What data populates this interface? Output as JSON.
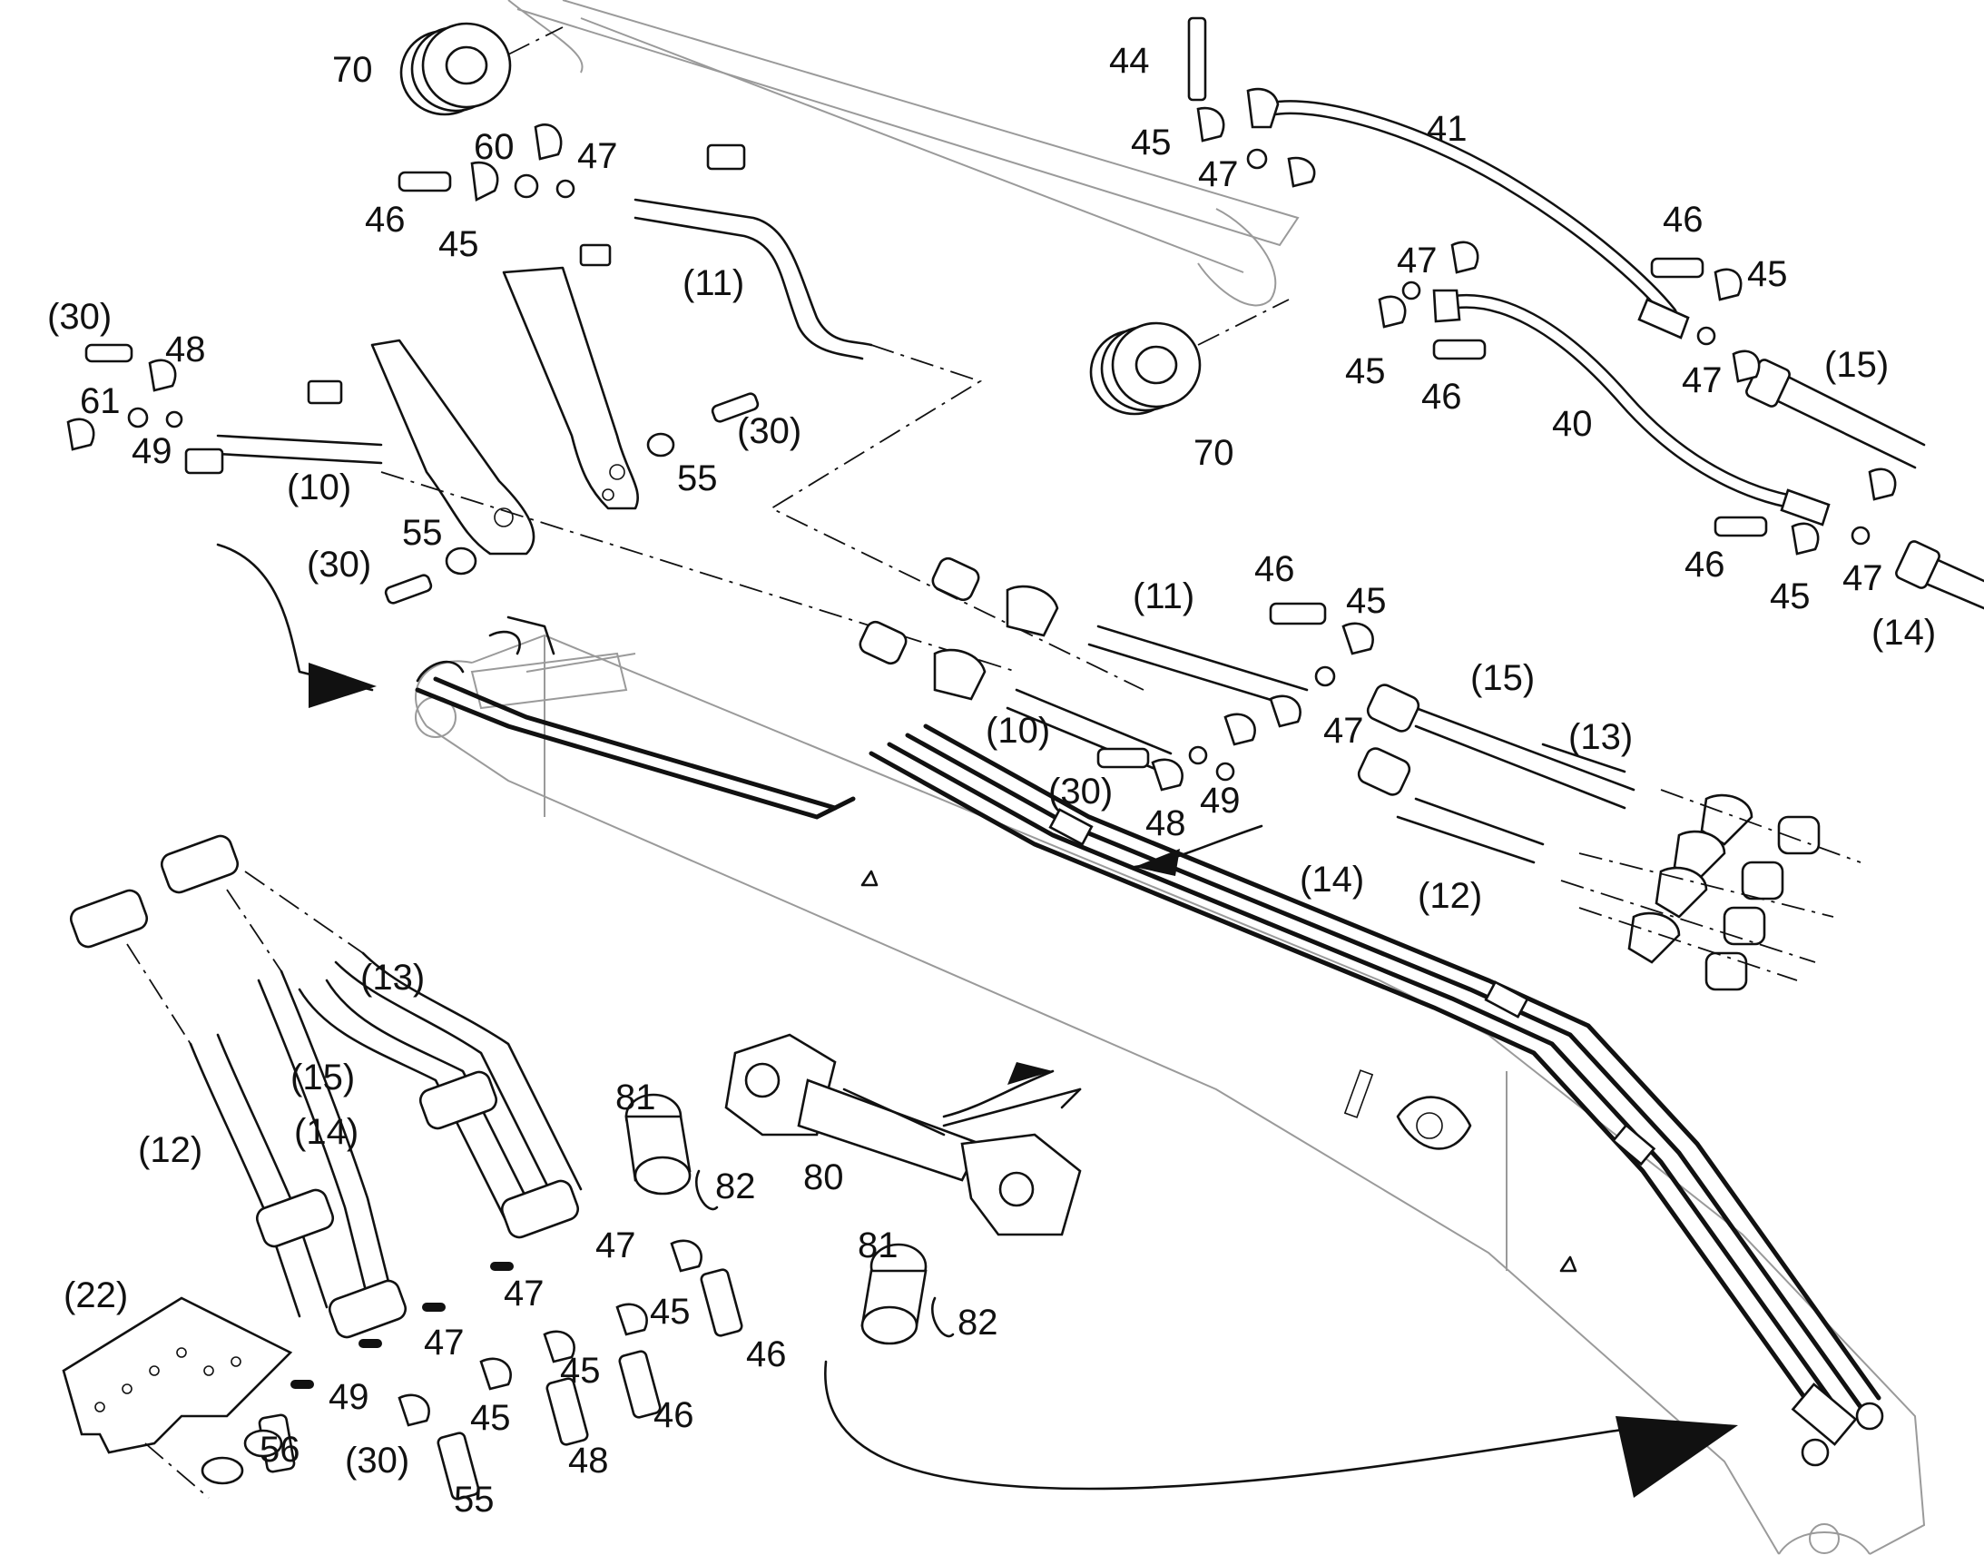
{
  "labels": [
    "70",
    "44",
    "60",
    "47",
    "41",
    "45",
    "46",
    "45",
    "47",
    "(11)",
    "47",
    "46",
    "45",
    "(30)",
    "48",
    "61",
    "49",
    "(10)",
    "45",
    "46",
    "(15)",
    "47",
    "(30)",
    "55",
    "70",
    "40",
    "55",
    "(30)",
    "46",
    "45",
    "47",
    "(14)",
    "46",
    "45",
    "(11)",
    "(15)",
    "47",
    "(13)",
    "(10)",
    "(30)",
    "49",
    "48",
    "(14)",
    "(12)",
    "(13)",
    "(15)",
    "(14)",
    "(12)",
    "81",
    "82",
    "80",
    "47",
    "47",
    "45",
    "46",
    "47",
    "45",
    "(22)",
    "81",
    "82",
    "49",
    "45",
    "46",
    "56",
    "48",
    "(30)",
    "55"
  ]
}
